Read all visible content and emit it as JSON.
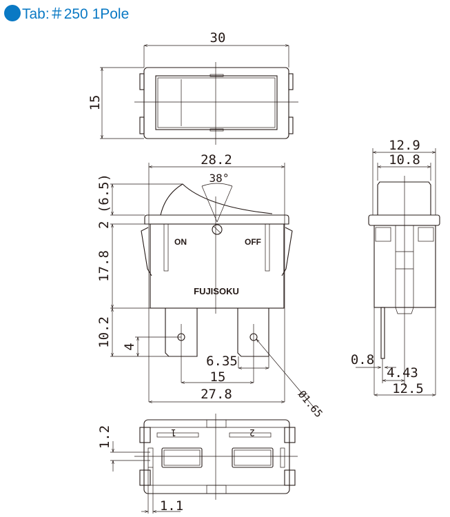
{
  "title": "Tab:＃250 1Pole",
  "accent_color": "#0a79c4",
  "top_view": {
    "width": "30",
    "height": "15"
  },
  "front_view": {
    "overall_width": "28.2",
    "angle": "38°",
    "rocker_height": "2 (6.5)",
    "body_height": "17.8",
    "terminal_length": "10.2",
    "hole_offset": "4",
    "tab_width": "6.35",
    "terminal_pitch": "15",
    "body_width": "27.8",
    "hole_dia": "Ø1.65",
    "label_on": "ON",
    "label_off": "OFF",
    "brand": "FUJISOKU"
  },
  "side_view": {
    "flange_width": "12.9",
    "cap_width": "10.8",
    "tab_thickness": "0.8",
    "tab_offset": "4.43",
    "body_depth": "12.5"
  },
  "bottom_view": {
    "gap": "1.2",
    "wall": "1.1",
    "terminal_1": "1",
    "terminal_2": "2"
  }
}
